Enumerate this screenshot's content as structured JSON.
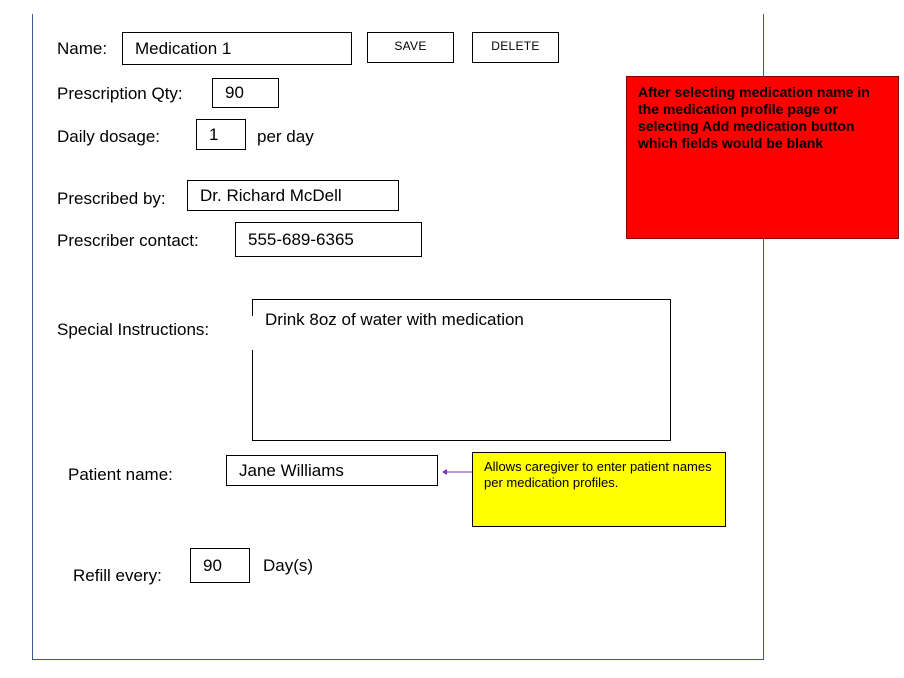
{
  "form": {
    "name_label": "Name:",
    "name_value": "Medication 1",
    "save_label": "SAVE",
    "delete_label": "DELETE",
    "qty_label": "Prescription Qty:",
    "qty_value": "90",
    "dosage_label": "Daily dosage:",
    "dosage_value": "1",
    "dosage_unit": "per day",
    "prescribed_label": "Prescribed by:",
    "prescribed_value": "Dr. Richard McDell",
    "contact_label": "Prescriber contact:",
    "contact_value": "555-689-6365",
    "instructions_label": "Special Instructions:",
    "instructions_value": "Drink 8oz of water with medication",
    "patient_label": "Patient name:",
    "patient_value": "Jane Williams",
    "refill_label": "Refill every:",
    "refill_value": "90",
    "refill_unit": "Day(s)"
  },
  "notes": {
    "red_note": "After selecting medication name in the  medication profile page or selecting Add medication button which fields would be blank",
    "yellow_note": "Allows caregiver to enter patient names per medication profiles."
  },
  "colors": {
    "frame": "#3c5a9a",
    "red_note": "#ff0000",
    "yellow_note": "#ffff00",
    "arrow": "#7b2fb5"
  }
}
